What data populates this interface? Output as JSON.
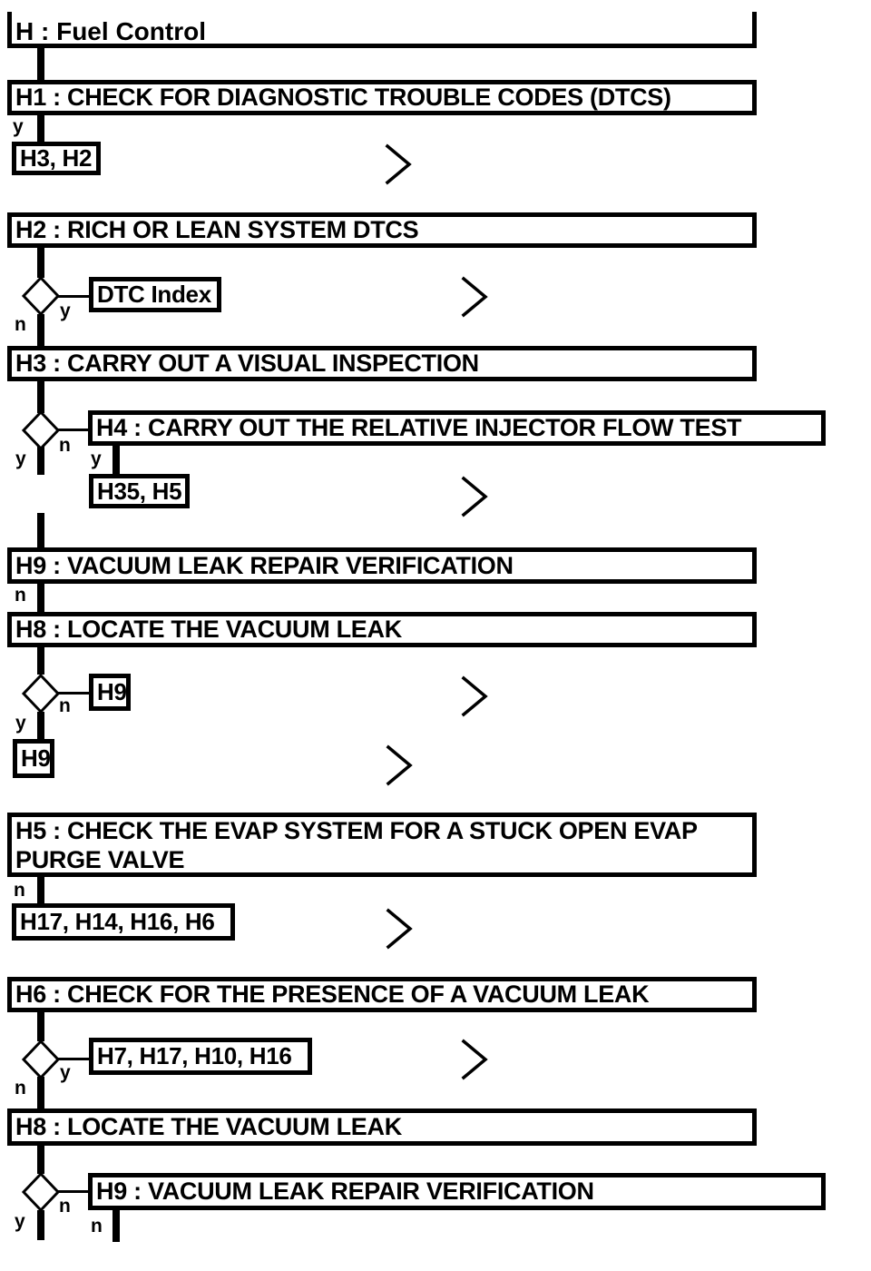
{
  "header": {
    "title": "H : Fuel Control"
  },
  "branch": {
    "yes": "y",
    "no": "n"
  },
  "colors": {
    "ink": "#000000",
    "paper": "#ffffff"
  },
  "steps": {
    "h1": {
      "label": "H1 : CHECK FOR DIAGNOSTIC TROUBLE CODES (DTCS)",
      "yes_goto": "H3, H2"
    },
    "h2": {
      "label": "H2 : RICH OR LEAN SYSTEM DTCS",
      "yes_goto": "DTC Index"
    },
    "h3": {
      "label": "H3 : CARRY OUT A VISUAL INSPECTION"
    },
    "h4": {
      "label": "H4 : CARRY OUT THE RELATIVE INJECTOR FLOW TEST",
      "yes_goto": "H35, H5"
    },
    "h9_first": {
      "label": "H9 : VACUUM LEAK REPAIR VERIFICATION"
    },
    "h8_first": {
      "label": "H8 : LOCATE THE VACUUM LEAK",
      "no_goto": "H9",
      "yes_goto": "H9"
    },
    "h5": {
      "label": "H5 : CHECK THE EVAP SYSTEM FOR A STUCK OPEN EVAP PURGE VALVE",
      "no_goto": "H17, H14, H16, H6"
    },
    "h6": {
      "label": "H6 : CHECK FOR THE PRESENCE OF A VACUUM LEAK",
      "yes_goto": "H7, H17, H10, H16"
    },
    "h8_second": {
      "label": "H8 : LOCATE THE VACUUM LEAK"
    },
    "h9_second": {
      "label": "H9 : VACUUM LEAK REPAIR VERIFICATION"
    }
  }
}
